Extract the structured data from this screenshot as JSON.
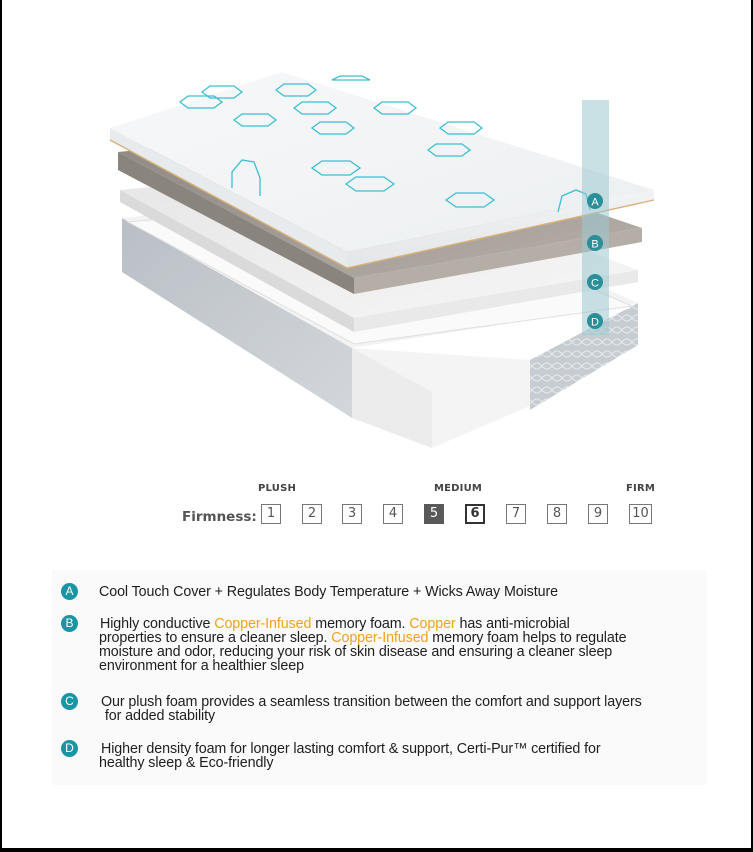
{
  "illustration": {
    "alt": "Exploded view of mattress layers",
    "layer_markers": [
      "A",
      "B",
      "C",
      "D"
    ],
    "colors": {
      "cover": "#f4f6f7",
      "hex_pattern": "#3cbfd0",
      "copper_line": "#d8b27a",
      "layer_b": "#a59e98",
      "layer_c": "#f2f2f2",
      "base_side": "#c9ced3",
      "marker_bar": "#9cc9cf",
      "marker_badge": "#2a8f99"
    }
  },
  "firmness": {
    "title": "Firmness:",
    "scale_labels": {
      "plush": "PLUSH",
      "medium": "MEDIUM",
      "firm": "FIRM"
    },
    "levels": [
      "1",
      "2",
      "3",
      "4",
      "5",
      "6",
      "7",
      "8",
      "9",
      "10"
    ],
    "selected": "5",
    "emphasized": "6",
    "selected_color": "#595959"
  },
  "features": {
    "badge_color": "#1a95a3",
    "highlight_color": "#f0a21a",
    "items": [
      {
        "badge": "A",
        "lines": [
          "Cool Touch Cover + Regulates Body Temperature + Wicks Away Moisture"
        ]
      },
      {
        "badge": "B",
        "line1_a": "Highly conductive ",
        "line1_hl1": "Copper-Infused",
        "line1_b": " memory foam. ",
        "line1_hl2": "Copper",
        "line1_c": " has anti-microbial",
        "line2_a": "properties to ensure a cleaner sleep. ",
        "line2_hl": "Copper-Infused",
        "line2_b": " memory foam helps to regulate",
        "line3": "moisture and odor, reducing your risk of skin disease and ensuring a cleaner sleep",
        "line4": "environment for a healthier sleep"
      },
      {
        "badge": "C",
        "lines": [
          "Our plush foam provides a seamless transition between the comfort and support layers",
          " for added stability"
        ]
      },
      {
        "badge": "D",
        "lines": [
          "Higher density foam for longer lasting comfort & support, Certi-Pur™ certified for",
          "healthy sleep & Eco-friendly"
        ]
      }
    ]
  }
}
